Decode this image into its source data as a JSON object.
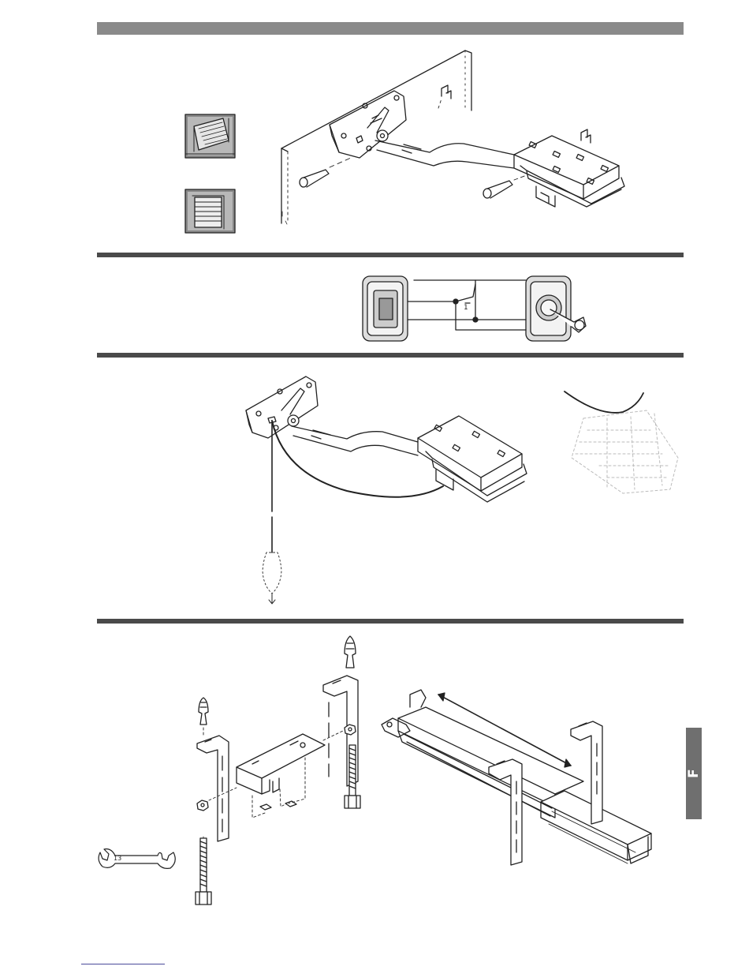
{
  "page": {
    "tab_label": "F",
    "wrench_size": "13",
    "switch_contact_label": "1"
  },
  "colors": {
    "header_bar": "#8a8a8a",
    "section_rule": "#4a4a4a",
    "side_tab": "#6f6f6f",
    "line_art": "#222222"
  },
  "sections": [
    {
      "name": "opener-rail-mounting",
      "icons": [
        "up-and-over-door-icon",
        "sectional-door-icon"
      ]
    },
    {
      "name": "key-switch-wiring",
      "icons": [
        "wall-push-button-icon",
        "key-switch-icon"
      ]
    },
    {
      "name": "emergency-release-cable"
    },
    {
      "name": "ceiling-hanger-brackets",
      "icons": [
        "wrench-icon",
        "wall-plug-icon",
        "screw-icon",
        "nut-icon"
      ]
    }
  ]
}
